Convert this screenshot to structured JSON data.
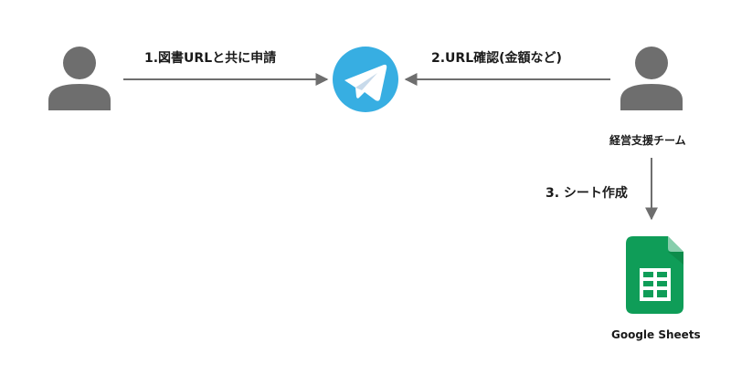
{
  "nodes": {
    "requester": {
      "icon": "person-icon"
    },
    "telegram": {
      "icon": "telegram-icon",
      "color": "#37aee2"
    },
    "team": {
      "icon": "person-icon",
      "label": "経営支援チーム"
    },
    "sheets": {
      "icon": "google-sheets-icon",
      "label": "Google Sheets",
      "color": "#0f9d58"
    }
  },
  "edges": [
    {
      "from": "requester",
      "to": "telegram",
      "label": "1.図書URLと共に申請"
    },
    {
      "from": "team",
      "to": "telegram",
      "label": "2.URL確認(金額など)"
    },
    {
      "from": "team",
      "to": "sheets",
      "label": "3. シート作成"
    }
  ],
  "colors": {
    "person": "#6e6e6e",
    "arrow": "#6e6e6e"
  }
}
